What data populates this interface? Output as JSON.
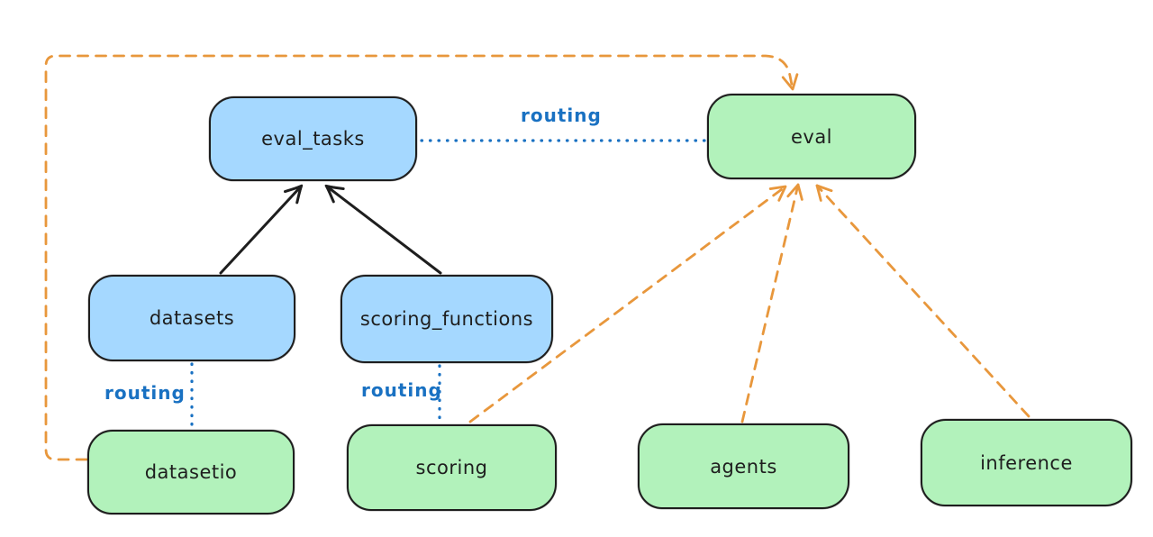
{
  "diagram": {
    "type": "flowchart",
    "background_color": "#ffffff",
    "colors": {
      "blue_node_fill": "#a5d8ff",
      "green_node_fill": "#b2f2bb",
      "node_stroke": "#1e1e1e",
      "routing_label_blue": "#1971c2",
      "orange_connector": "#e8973c"
    },
    "nodes": [
      {
        "id": "eval_tasks",
        "label": "eval_tasks",
        "fill": "blue"
      },
      {
        "id": "eval",
        "label": "eval",
        "fill": "green"
      },
      {
        "id": "datasets",
        "label": "datasets",
        "fill": "blue"
      },
      {
        "id": "scoring_functions",
        "label": "scoring_functions",
        "fill": "blue"
      },
      {
        "id": "datasetio",
        "label": "datasetio",
        "fill": "green"
      },
      {
        "id": "scoring",
        "label": "scoring",
        "fill": "green"
      },
      {
        "id": "agents",
        "label": "agents",
        "fill": "green"
      },
      {
        "id": "inference",
        "label": "inference",
        "fill": "green"
      }
    ],
    "edge_labels": [
      {
        "id": "routing-eval_tasks-eval",
        "text": "routing"
      },
      {
        "id": "routing-datasets-datasetio",
        "text": "routing"
      },
      {
        "id": "routing-scoring_functions-scoring",
        "text": "routing"
      }
    ],
    "edges": [
      {
        "from": "datasets",
        "to": "eval_tasks",
        "style": "solid-black-arrow"
      },
      {
        "from": "scoring_functions",
        "to": "eval_tasks",
        "style": "solid-black-arrow"
      },
      {
        "from": "eval_tasks",
        "to": "eval",
        "style": "dotted-blue",
        "label": "routing"
      },
      {
        "from": "datasets",
        "to": "datasetio",
        "style": "dotted-blue",
        "label": "routing"
      },
      {
        "from": "scoring_functions",
        "to": "scoring",
        "style": "dotted-blue",
        "label": "routing"
      },
      {
        "from": "datasetio",
        "to": "eval",
        "style": "dashed-orange-arrow"
      },
      {
        "from": "scoring",
        "to": "eval",
        "style": "dashed-orange-arrow"
      },
      {
        "from": "agents",
        "to": "eval",
        "style": "dashed-orange-arrow"
      },
      {
        "from": "inference",
        "to": "eval",
        "style": "dashed-orange-arrow"
      }
    ]
  }
}
